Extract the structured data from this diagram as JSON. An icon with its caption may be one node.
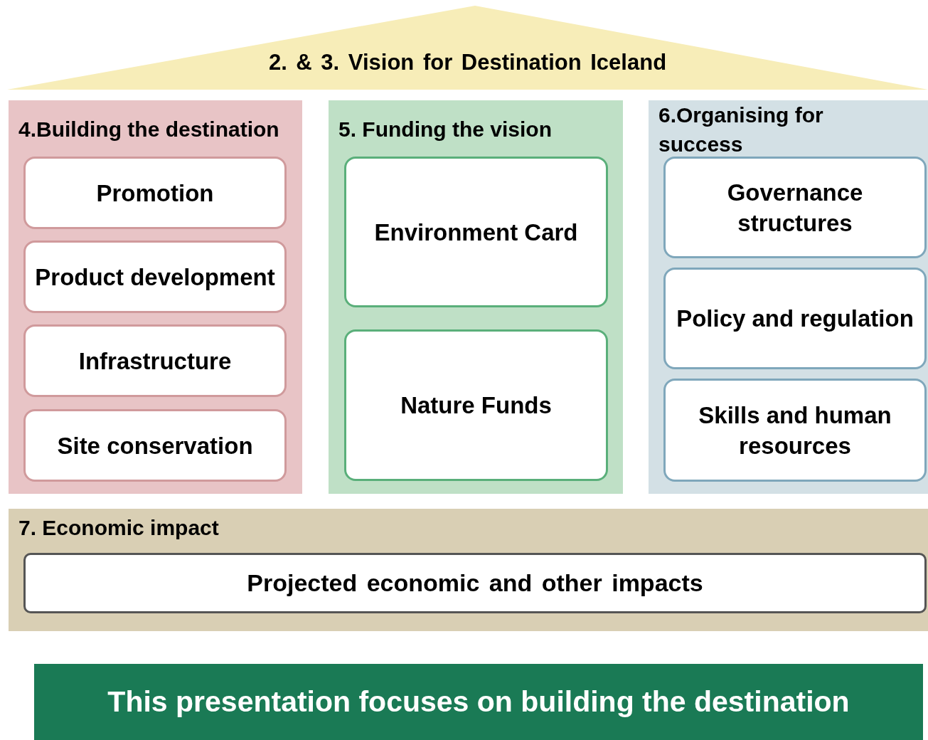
{
  "diagram": {
    "nodes": [
      {
        "text": [
          "2. & 3. Vision for Destination Iceland"
        ]
      },
      {
        "text": [
          "4.Building the destination"
        ]
      },
      {
        "text": [
          "Promotion"
        ],
        "in": 1
      },
      {
        "text": [
          "Product development"
        ],
        "in": 1
      },
      {
        "text": [
          "Infrastructure"
        ],
        "in": 1
      },
      {
        "text": [
          "Site conservation"
        ],
        "in": 1
      },
      {
        "text": [
          "5. Funding the vision"
        ]
      },
      {
        "text": [
          "Environment Card"
        ],
        "in": 6
      },
      {
        "text": [
          "Nature Funds"
        ],
        "in": 6
      },
      {
        "text": [
          "6.Organising for success"
        ]
      },
      {
        "text": [
          "Governance structures"
        ],
        "in": 9
      },
      {
        "text": [
          "Policy and regulation"
        ],
        "in": 9
      },
      {
        "text": [
          "Skills and human resources"
        ],
        "in": 9
      },
      {
        "text": [
          "7. Economic impact"
        ]
      },
      {
        "text": [
          "Projected economic and other impacts"
        ],
        "in": 13
      },
      {
        "text": [
          "This presentation focuses on building the destination"
        ]
      }
    ]
  }
}
